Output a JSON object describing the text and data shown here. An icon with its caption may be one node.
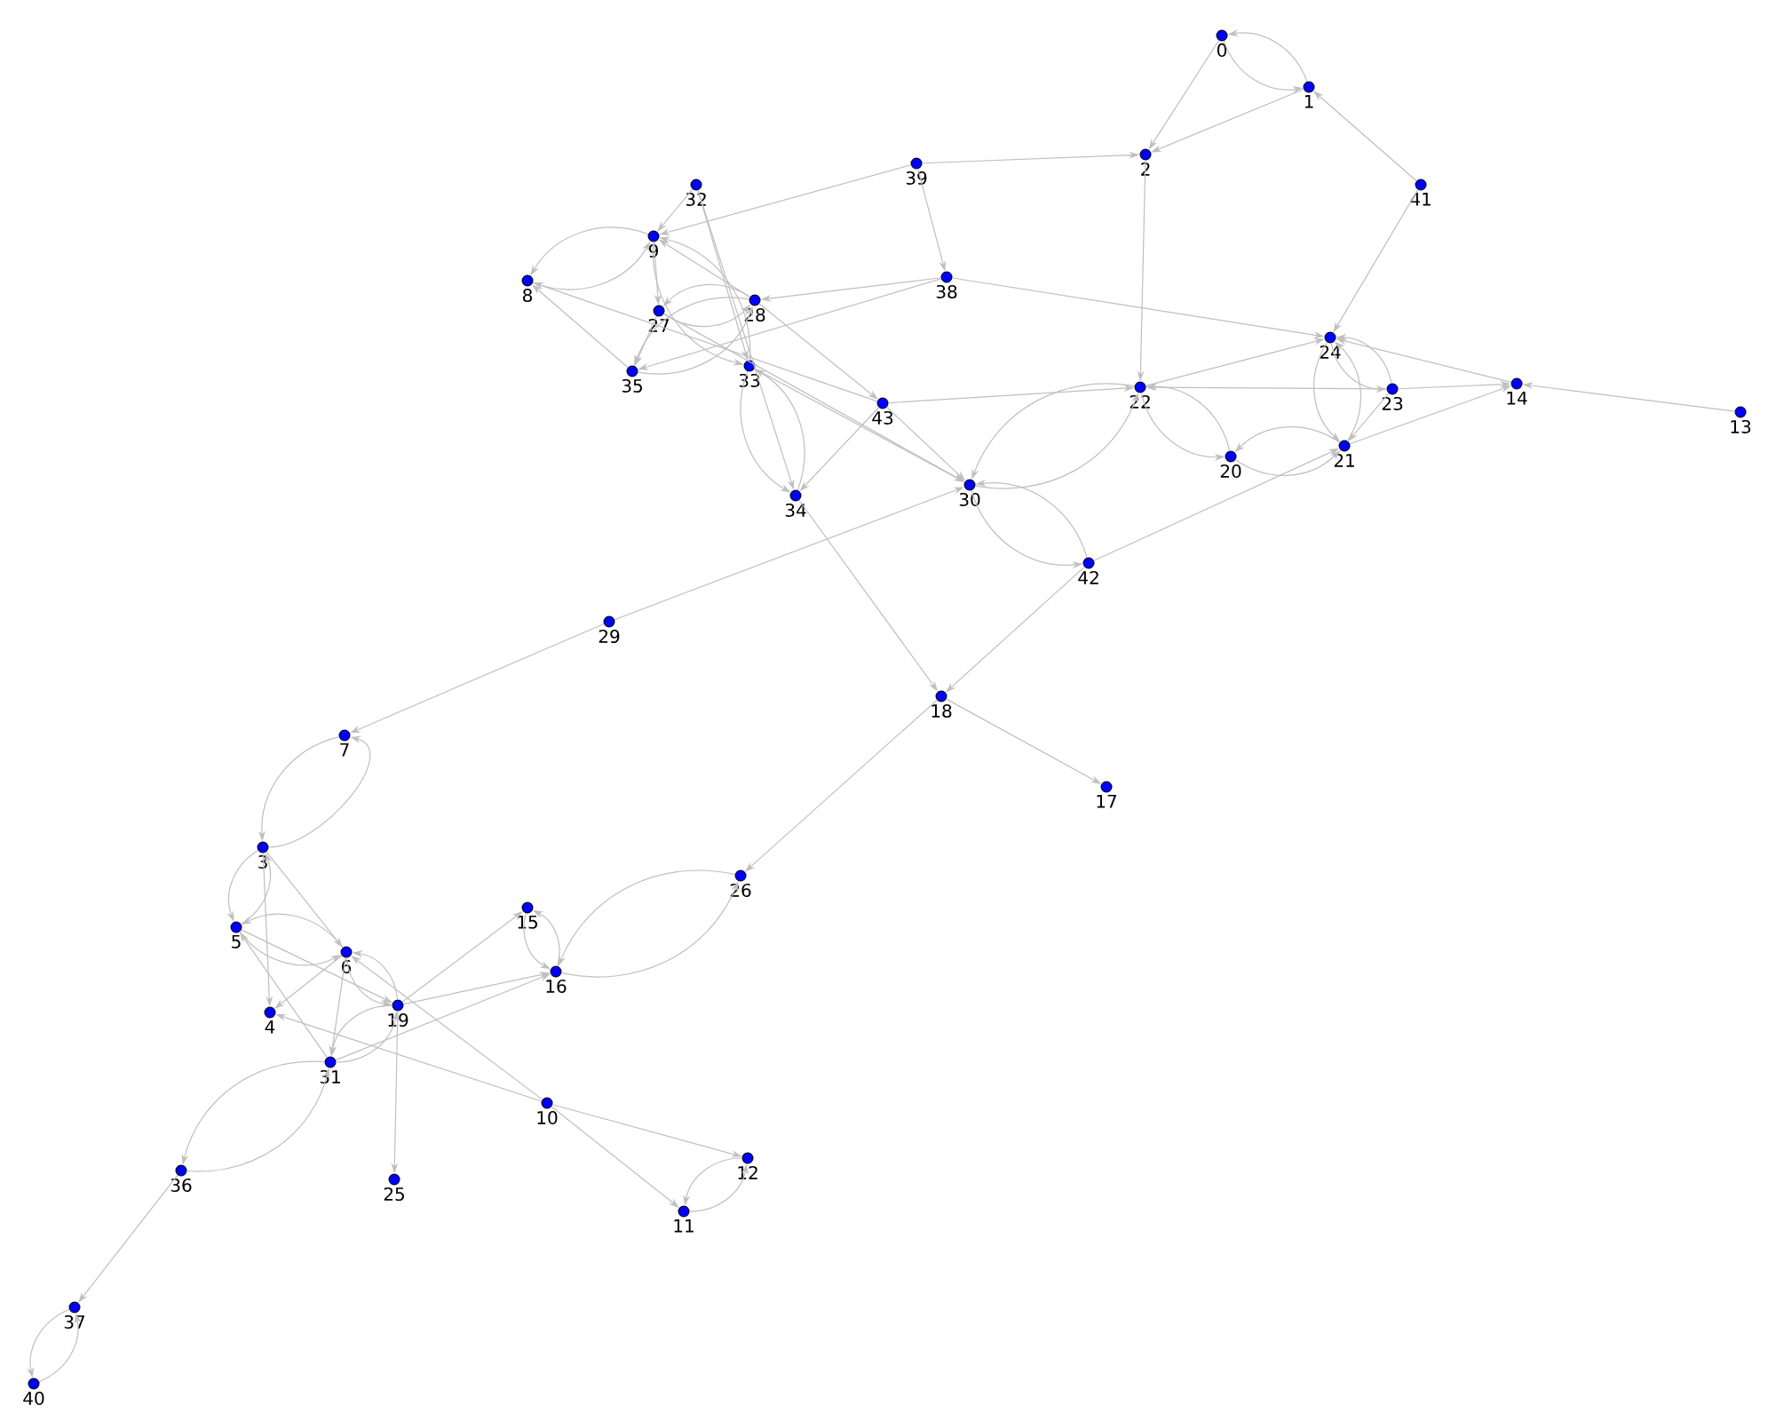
{
  "diagram": {
    "nodes": [
      {
        "text": [
          "0"
        ]
      },
      {
        "text": [
          "1"
        ]
      },
      {
        "text": [
          "2"
        ]
      },
      {
        "text": [
          "3"
        ]
      },
      {
        "text": [
          "4"
        ]
      },
      {
        "text": [
          "5"
        ]
      },
      {
        "text": [
          "6"
        ]
      },
      {
        "text": [
          "7"
        ]
      },
      {
        "text": [
          "8"
        ]
      },
      {
        "text": [
          "9"
        ]
      },
      {
        "text": [
          "10"
        ]
      },
      {
        "text": [
          "11"
        ]
      },
      {
        "text": [
          "12"
        ]
      },
      {
        "text": [
          "13"
        ]
      },
      {
        "text": [
          "14"
        ]
      },
      {
        "text": [
          "15"
        ]
      },
      {
        "text": [
          "16"
        ]
      },
      {
        "text": [
          "17"
        ]
      },
      {
        "text": [
          "18"
        ]
      },
      {
        "text": [
          "19"
        ]
      },
      {
        "text": [
          "20"
        ]
      },
      {
        "text": [
          "21"
        ]
      },
      {
        "text": [
          "22"
        ]
      },
      {
        "text": [
          "23"
        ]
      },
      {
        "text": [
          "24"
        ]
      },
      {
        "text": [
          "25"
        ]
      },
      {
        "text": [
          "26"
        ]
      },
      {
        "text": [
          "27"
        ]
      },
      {
        "text": [
          "28"
        ]
      },
      {
        "text": [
          "29"
        ]
      },
      {
        "text": [
          "30"
        ]
      },
      {
        "text": [
          "31"
        ]
      },
      {
        "text": [
          "32"
        ]
      },
      {
        "text": [
          "33"
        ]
      },
      {
        "text": [
          "34"
        ]
      },
      {
        "text": [
          "35"
        ]
      },
      {
        "text": [
          "36"
        ]
      },
      {
        "text": [
          "37"
        ]
      },
      {
        "text": [
          "38"
        ]
      },
      {
        "text": [
          "39"
        ]
      },
      {
        "text": [
          "40"
        ]
      },
      {
        "text": [
          "41"
        ]
      },
      {
        "text": [
          "42"
        ]
      },
      {
        "text": [
          "43"
        ]
      }
    ],
    "edges": [
      {
        "from": 0,
        "to": 1,
        "arrow": "to"
      },
      {
        "from": 1,
        "to": 0,
        "arrow": "to"
      },
      {
        "from": 0,
        "to": 2,
        "arrow": "to"
      },
      {
        "from": 1,
        "to": 2,
        "arrow": "to"
      },
      {
        "from": 41,
        "to": 1,
        "arrow": "to"
      },
      {
        "from": 41,
        "to": 24,
        "arrow": "to"
      },
      {
        "from": 39,
        "to": 2,
        "arrow": "to"
      },
      {
        "from": 39,
        "to": 9,
        "arrow": "to"
      },
      {
        "from": 39,
        "to": 38,
        "arrow": "to"
      },
      {
        "from": 2,
        "to": 22,
        "arrow": "to"
      },
      {
        "from": 38,
        "to": 28,
        "arrow": "to"
      },
      {
        "from": 38,
        "to": 35,
        "arrow": "to"
      },
      {
        "from": 38,
        "to": 24,
        "arrow": "to"
      },
      {
        "from": 32,
        "to": 9,
        "arrow": "to"
      },
      {
        "from": 32,
        "to": 33,
        "arrow": "to"
      },
      {
        "from": 32,
        "to": 34,
        "arrow": "to"
      },
      {
        "from": 9,
        "to": 8,
        "arrow": "to"
      },
      {
        "from": 8,
        "to": 9,
        "arrow": "to"
      },
      {
        "from": 9,
        "to": 27,
        "arrow": "to"
      },
      {
        "from": 28,
        "to": 9,
        "arrow": "to"
      },
      {
        "from": 33,
        "to": 9,
        "arrow": "to"
      },
      {
        "from": 9,
        "to": 33,
        "arrow": "to"
      },
      {
        "from": 27,
        "to": 35,
        "arrow": "to"
      },
      {
        "from": 35,
        "to": 8,
        "arrow": "to"
      },
      {
        "from": 43,
        "to": 8,
        "arrow": "to"
      },
      {
        "from": 27,
        "to": 30,
        "arrow": "to"
      },
      {
        "from": 33,
        "to": 30,
        "arrow": "to"
      },
      {
        "from": 28,
        "to": 27,
        "arrow": "to"
      },
      {
        "from": 27,
        "to": 28,
        "arrow": "to"
      },
      {
        "from": 28,
        "to": 35,
        "arrow": "to"
      },
      {
        "from": 35,
        "to": 28,
        "arrow": "to"
      },
      {
        "from": 28,
        "to": 43,
        "arrow": "to"
      },
      {
        "from": 43,
        "to": 34,
        "arrow": "to"
      },
      {
        "from": 33,
        "to": 34,
        "arrow": "to"
      },
      {
        "from": 34,
        "to": 33,
        "arrow": "to"
      },
      {
        "from": 43,
        "to": 22,
        "arrow": "to"
      },
      {
        "from": 43,
        "to": 30,
        "arrow": "to"
      },
      {
        "from": 22,
        "to": 30,
        "arrow": "to"
      },
      {
        "from": 30,
        "to": 22,
        "arrow": "to"
      },
      {
        "from": 30,
        "to": 42,
        "arrow": "to"
      },
      {
        "from": 42,
        "to": 30,
        "arrow": "to"
      },
      {
        "from": 42,
        "to": 21,
        "arrow": "to"
      },
      {
        "from": 42,
        "to": 18,
        "arrow": "to"
      },
      {
        "from": 29,
        "to": 30,
        "arrow": "to"
      },
      {
        "from": 29,
        "to": 7,
        "arrow": "to"
      },
      {
        "from": 22,
        "to": 24,
        "arrow": "to"
      },
      {
        "from": 23,
        "to": 22,
        "arrow": "to"
      },
      {
        "from": 22,
        "to": 20,
        "arrow": "to"
      },
      {
        "from": 20,
        "to": 22,
        "arrow": "to"
      },
      {
        "from": 20,
        "to": 21,
        "arrow": "to"
      },
      {
        "from": 21,
        "to": 20,
        "arrow": "to"
      },
      {
        "from": 24,
        "to": 21,
        "arrow": "to"
      },
      {
        "from": 21,
        "to": 24,
        "arrow": "to"
      },
      {
        "from": 23,
        "to": 24,
        "arrow": "to"
      },
      {
        "from": 24,
        "to": 23,
        "arrow": "to"
      },
      {
        "from": 14,
        "to": 24,
        "arrow": "to"
      },
      {
        "from": 23,
        "to": 14,
        "arrow": "to"
      },
      {
        "from": 21,
        "to": 14,
        "arrow": "to"
      },
      {
        "from": 13,
        "to": 14,
        "arrow": "to"
      },
      {
        "from": 23,
        "to": 21,
        "arrow": "to"
      },
      {
        "from": 34,
        "to": 18,
        "arrow": "to"
      },
      {
        "from": 18,
        "to": 26,
        "arrow": "to"
      },
      {
        "from": 18,
        "to": 17,
        "arrow": "to"
      },
      {
        "from": 7,
        "to": 3,
        "arrow": "to"
      },
      {
        "from": 3,
        "to": 7,
        "arrow": "to"
      },
      {
        "from": 3,
        "to": 5,
        "arrow": "to"
      },
      {
        "from": 5,
        "to": 3,
        "arrow": "to"
      },
      {
        "from": 3,
        "to": 4,
        "arrow": "to"
      },
      {
        "from": 3,
        "to": 6,
        "arrow": "to"
      },
      {
        "from": 5,
        "to": 6,
        "arrow": "to"
      },
      {
        "from": 6,
        "to": 5,
        "arrow": "to"
      },
      {
        "from": 5,
        "to": 19,
        "arrow": "to"
      },
      {
        "from": 31,
        "to": 5,
        "arrow": "to"
      },
      {
        "from": 6,
        "to": 19,
        "arrow": "to"
      },
      {
        "from": 19,
        "to": 6,
        "arrow": "to"
      },
      {
        "from": 6,
        "to": 4,
        "arrow": "to"
      },
      {
        "from": 6,
        "to": 31,
        "arrow": "to"
      },
      {
        "from": 19,
        "to": 31,
        "arrow": "to"
      },
      {
        "from": 31,
        "to": 19,
        "arrow": "to"
      },
      {
        "from": 19,
        "to": 15,
        "arrow": "to"
      },
      {
        "from": 19,
        "to": 16,
        "arrow": "to"
      },
      {
        "from": 31,
        "to": 16,
        "arrow": "to"
      },
      {
        "from": 15,
        "to": 16,
        "arrow": "to"
      },
      {
        "from": 16,
        "to": 15,
        "arrow": "to"
      },
      {
        "from": 26,
        "to": 16,
        "arrow": "to"
      },
      {
        "from": 16,
        "to": 26,
        "arrow": "to"
      },
      {
        "from": 10,
        "to": 6,
        "arrow": "to"
      },
      {
        "from": 10,
        "to": 4,
        "arrow": "to"
      },
      {
        "from": 10,
        "to": 12,
        "arrow": "to"
      },
      {
        "from": 10,
        "to": 11,
        "arrow": "to"
      },
      {
        "from": 12,
        "to": 11,
        "arrow": "to"
      },
      {
        "from": 11,
        "to": 12,
        "arrow": "to"
      },
      {
        "from": 19,
        "to": 25,
        "arrow": "to"
      },
      {
        "from": 31,
        "to": 36,
        "arrow": "to"
      },
      {
        "from": 36,
        "to": 31,
        "arrow": "to"
      },
      {
        "from": 36,
        "to": 37,
        "arrow": "to"
      },
      {
        "from": 37,
        "to": 40,
        "arrow": "to"
      },
      {
        "from": 40,
        "to": 37,
        "arrow": "to"
      }
    ]
  }
}
